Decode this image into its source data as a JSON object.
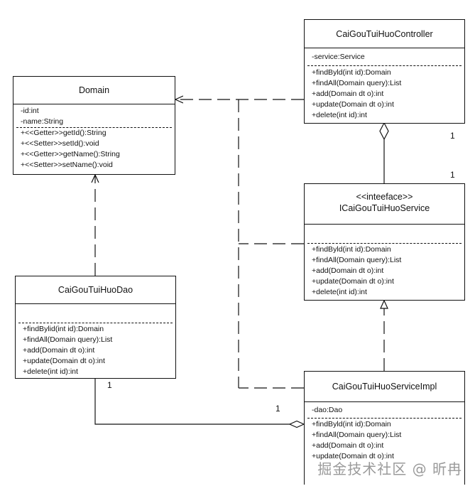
{
  "classes": {
    "controller": {
      "name": "CaiGouTuiHuoController",
      "attributes": [
        "-service:Service"
      ],
      "methods": [
        "+findByld(int id):Domain",
        "+findAll(Domain query):List",
        "+add(Domain dt o):int",
        "+update(Domain dt o):int",
        "+delete(int id):int"
      ]
    },
    "domain": {
      "name": "Domain",
      "attributes": [
        "-id:int",
        "-name:String"
      ],
      "methods": [
        "+<<Getter>>getId():String",
        "+<<Setter>>setId():void",
        "+<<Getter>>getName():String",
        "+<<Setter>>setName():void"
      ]
    },
    "service": {
      "stereotype": "<<inteeface>>",
      "name": "ICaiGouTuiHuoService",
      "methods": [
        "+findByld(int id):Domain",
        "+findAll(Domain query):List",
        "+add(Domain dt o):int",
        "+update(Domain dt o):int",
        "+delete(int id):int"
      ]
    },
    "dao": {
      "name": "CaiGouTuiHuoDao",
      "methods": [
        "+findBylid(int id):Domain",
        "+findAll(Domain query):List",
        "+add(Domain dt o):int",
        "+update(Domain dt o):int",
        "+delete(int id):int"
      ]
    },
    "impl": {
      "name": "CaiGouTuiHuoServiceImpl",
      "attributes": [
        "-dao:Dao"
      ],
      "methods": [
        "+findByld(int id):Domain",
        "+findAll(Domain query):List",
        "+add(Domain dt o):int",
        "+update(Domain dt o):int"
      ]
    }
  },
  "multiplicities": {
    "controller_service_top": "1",
    "controller_service_bottom": "1",
    "dao_impl_dao": "1",
    "dao_impl_impl": "1"
  },
  "watermark": "掘金技术社区 @ 昕冉"
}
